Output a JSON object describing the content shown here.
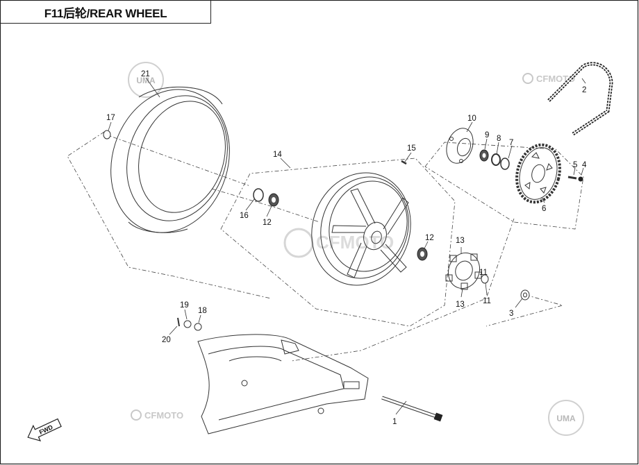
{
  "title": "F11后轮/REAR WHEEL",
  "watermarks": {
    "brand": "CFMOTO",
    "uma": "UMA"
  },
  "fwd_label": "FWD",
  "callouts": {
    "p1": "1",
    "p2": "2",
    "p3": "3",
    "p4": "4",
    "p5": "5",
    "p6": "6",
    "p7": "7",
    "p8": "8",
    "p9": "9",
    "p10": "10",
    "p11a": "11",
    "p11b": "11",
    "p12a": "12",
    "p12b": "12",
    "p13a": "13",
    "p13b": "13",
    "p14": "14",
    "p15": "15",
    "p16": "16",
    "p17": "17",
    "p18": "18",
    "p19": "19",
    "p20": "20",
    "p21": "21"
  }
}
